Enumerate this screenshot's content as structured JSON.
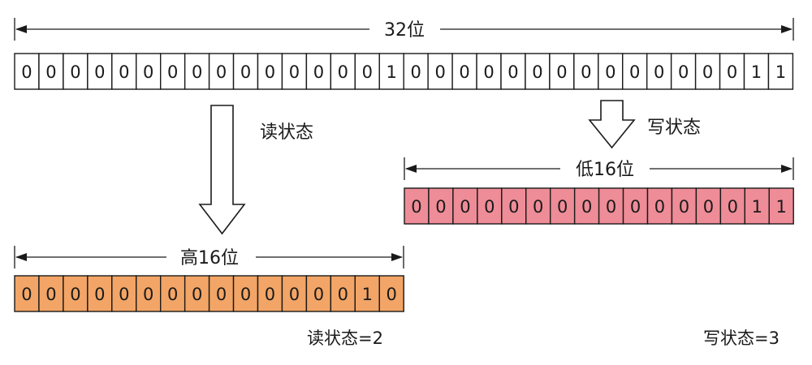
{
  "colors": {
    "full_row_fill": "#ffffff",
    "high_row_fill": "#f2a566",
    "low_row_fill": "#ee8c97",
    "stroke": "#1a1a1a"
  },
  "full_register": {
    "label": "32位",
    "bits": [
      "0",
      "0",
      "0",
      "0",
      "0",
      "0",
      "0",
      "0",
      "0",
      "0",
      "0",
      "0",
      "0",
      "0",
      "0",
      "1",
      "0",
      "0",
      "0",
      "0",
      "0",
      "0",
      "0",
      "0",
      "0",
      "0",
      "0",
      "0",
      "0",
      "0",
      "1",
      "1"
    ]
  },
  "high_half": {
    "label": "高16位",
    "bits": [
      "0",
      "0",
      "0",
      "0",
      "0",
      "0",
      "0",
      "0",
      "0",
      "0",
      "0",
      "0",
      "0",
      "0",
      "1",
      "0"
    ],
    "arrow_label": "读状态",
    "caption": "读状态=2"
  },
  "low_half": {
    "label": "低16位",
    "bits": [
      "0",
      "0",
      "0",
      "0",
      "0",
      "0",
      "0",
      "0",
      "0",
      "0",
      "0",
      "0",
      "0",
      "0",
      "1",
      "1"
    ],
    "arrow_label": "写状态",
    "caption": "写状态=3"
  }
}
